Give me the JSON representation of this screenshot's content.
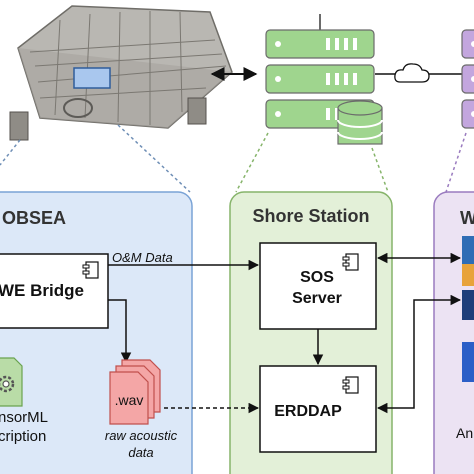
{
  "diagram": {
    "panels": {
      "obsea": {
        "title": "OBSEA"
      },
      "shore": {
        "title": "Shore Station"
      },
      "right": {
        "title": "W"
      }
    },
    "boxes": {
      "swe_bridge": {
        "label": "WE Bridge"
      },
      "sos_server": {
        "line1": "SOS",
        "line2": "Server"
      },
      "erddap": {
        "label": "ERDDAP"
      }
    },
    "edge_labels": {
      "om_data": "O&M Data"
    },
    "docs": {
      "sensorml": {
        "line1": "nsorML",
        "line2": "cription"
      },
      "wav": {
        "ext": ".wav",
        "caption1": "raw acoustic",
        "caption2": "data"
      }
    },
    "right_caption": "An",
    "colors": {
      "obsea_fill": "#dce8f8",
      "obsea_stroke": "#7aa3d6",
      "shore_fill": "#e3f0d8",
      "shore_stroke": "#86b46a",
      "right_fill": "#ece3f3",
      "right_stroke": "#9a7bbf",
      "server_green": "#9fd58e",
      "server_purple": "#c3a6de",
      "doc_red": "#f4a6a6",
      "doc_green": "#b9dca7"
    }
  }
}
